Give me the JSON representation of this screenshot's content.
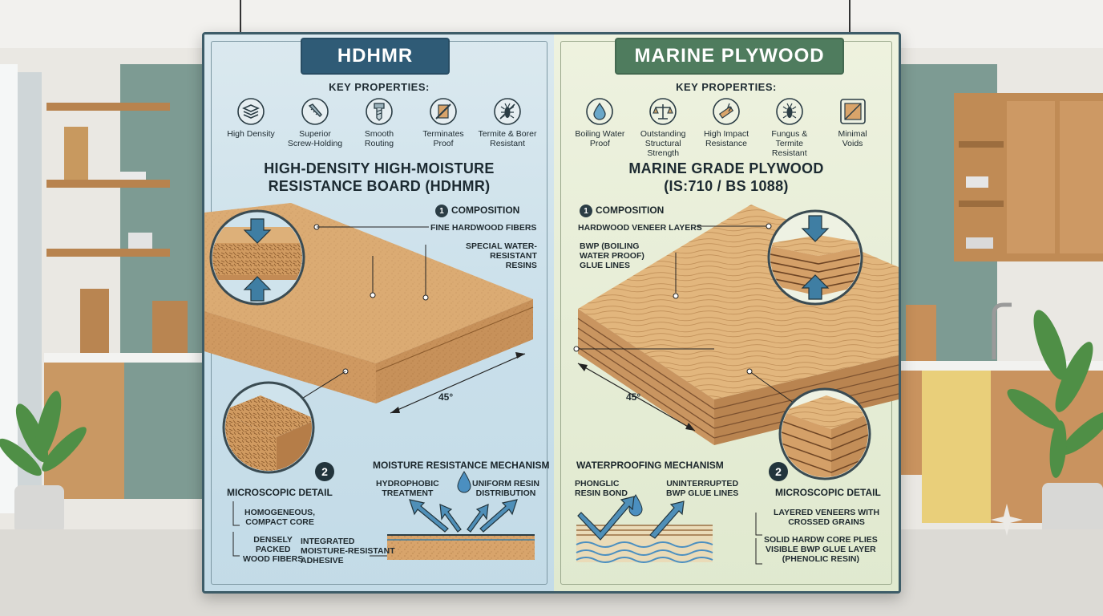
{
  "hdhmr": {
    "title": "HDHMR",
    "key_properties_label": "KEY PROPERTIES:",
    "properties": [
      {
        "icon": "layers-icon",
        "label_lines": [
          "High Density"
        ]
      },
      {
        "icon": "screw-icon",
        "label_lines": [
          "Superior",
          "Screw-Holding"
        ]
      },
      {
        "icon": "router-bit-icon",
        "label_lines": [
          "Smooth",
          "Routing"
        ]
      },
      {
        "icon": "no-termite-icon",
        "label_lines": [
          "Terminates",
          "Proof"
        ]
      },
      {
        "icon": "termite-borer-icon",
        "label_lines": [
          "Termite & Borer",
          "Resistant"
        ]
      }
    ],
    "board_title_lines": [
      "HIGH-DENSITY HIGH-MOISTURE",
      "RESISTANCE BOARD (HDHMR)"
    ],
    "composition_number": "1",
    "composition_label": "COMPOSITION",
    "composition_items": [
      {
        "lines": [
          "FINE HARDWOOD FIBERS"
        ]
      },
      {
        "lines": [
          "SPECIAL WATER-",
          "RESISTANT",
          "RESINS"
        ]
      }
    ],
    "angle_label": "45°",
    "microscopic_number": "2",
    "microscopic_label": "MICROSCOPIC DETAIL",
    "micro_items": [
      {
        "lines": [
          "HOMOGENEOUS,",
          "COMPACT CORE"
        ]
      },
      {
        "lines": [
          "DENSELY",
          "PACKED",
          "WOOD FIBERS"
        ]
      }
    ],
    "mechanism_title": "MOISTURE RESISTANCE MECHANISM",
    "mechanism_items": [
      {
        "lines": [
          "HYDROPHOBIC",
          "TREATMENT"
        ]
      },
      {
        "lines": [
          "UNIFORM RESIN",
          "DISTRIBUTION"
        ]
      },
      {
        "lines": [
          "INTEGRATED",
          "MOISTURE-RESISTANT",
          "ADHESIVE"
        ]
      }
    ]
  },
  "marine": {
    "title": "MARINE PLYWOOD",
    "key_properties_label": "KEY PROPERTIES:",
    "properties": [
      {
        "icon": "water-drop-icon",
        "label_lines": [
          "Boiling Water",
          "Proof"
        ]
      },
      {
        "icon": "balance-scale-icon",
        "label_lines": [
          "Outstanding",
          "Structural Strength"
        ]
      },
      {
        "icon": "impact-icon",
        "label_lines": [
          "High Impact",
          "Resistance"
        ]
      },
      {
        "icon": "fungus-termite-icon",
        "label_lines": [
          "Fungus & Termite",
          "Resistant"
        ]
      },
      {
        "icon": "minimal-voids-icon",
        "label_lines": [
          "Minimal",
          "Voids"
        ]
      }
    ],
    "board_title_lines": [
      "MARINE GRADE PLYWOOD",
      "(IS:710 / BS 1088)"
    ],
    "composition_number": "1",
    "composition_label": "COMPOSITION",
    "composition_items": [
      {
        "lines": [
          "HARDWOOD VENEER LAYERS"
        ]
      },
      {
        "lines": [
          "BWP (BOILING",
          "WATER PROOF)",
          "GLUE LINES"
        ]
      }
    ],
    "angle_label": "45°",
    "mechanism_title": "WATERPROOFING MECHANISM",
    "mechanism_items": [
      {
        "lines": [
          "PHONGLIC",
          "RESIN BOND"
        ]
      },
      {
        "lines": [
          "UNINTERRUPTED",
          "BWP GLUE LINES"
        ]
      }
    ],
    "microscopic_number": "2",
    "microscopic_label": "MICROSCOPIC DETAIL",
    "micro_items": [
      {
        "lines": [
          "LAYERED VENEERS WITH",
          "CROSSED GRAINS"
        ]
      },
      {
        "lines": [
          "SOLID HARDW CORE PLIES",
          "VISIBLE BWP GLUE LAYER",
          "(PHENOLIC RESIN)"
        ]
      }
    ]
  },
  "colors": {
    "hdhmr_accent": "#2f5b76",
    "marine_accent": "#4f7c5e",
    "board_wood": "#d9a46a",
    "arrow_blue": "#3f7ea3"
  }
}
